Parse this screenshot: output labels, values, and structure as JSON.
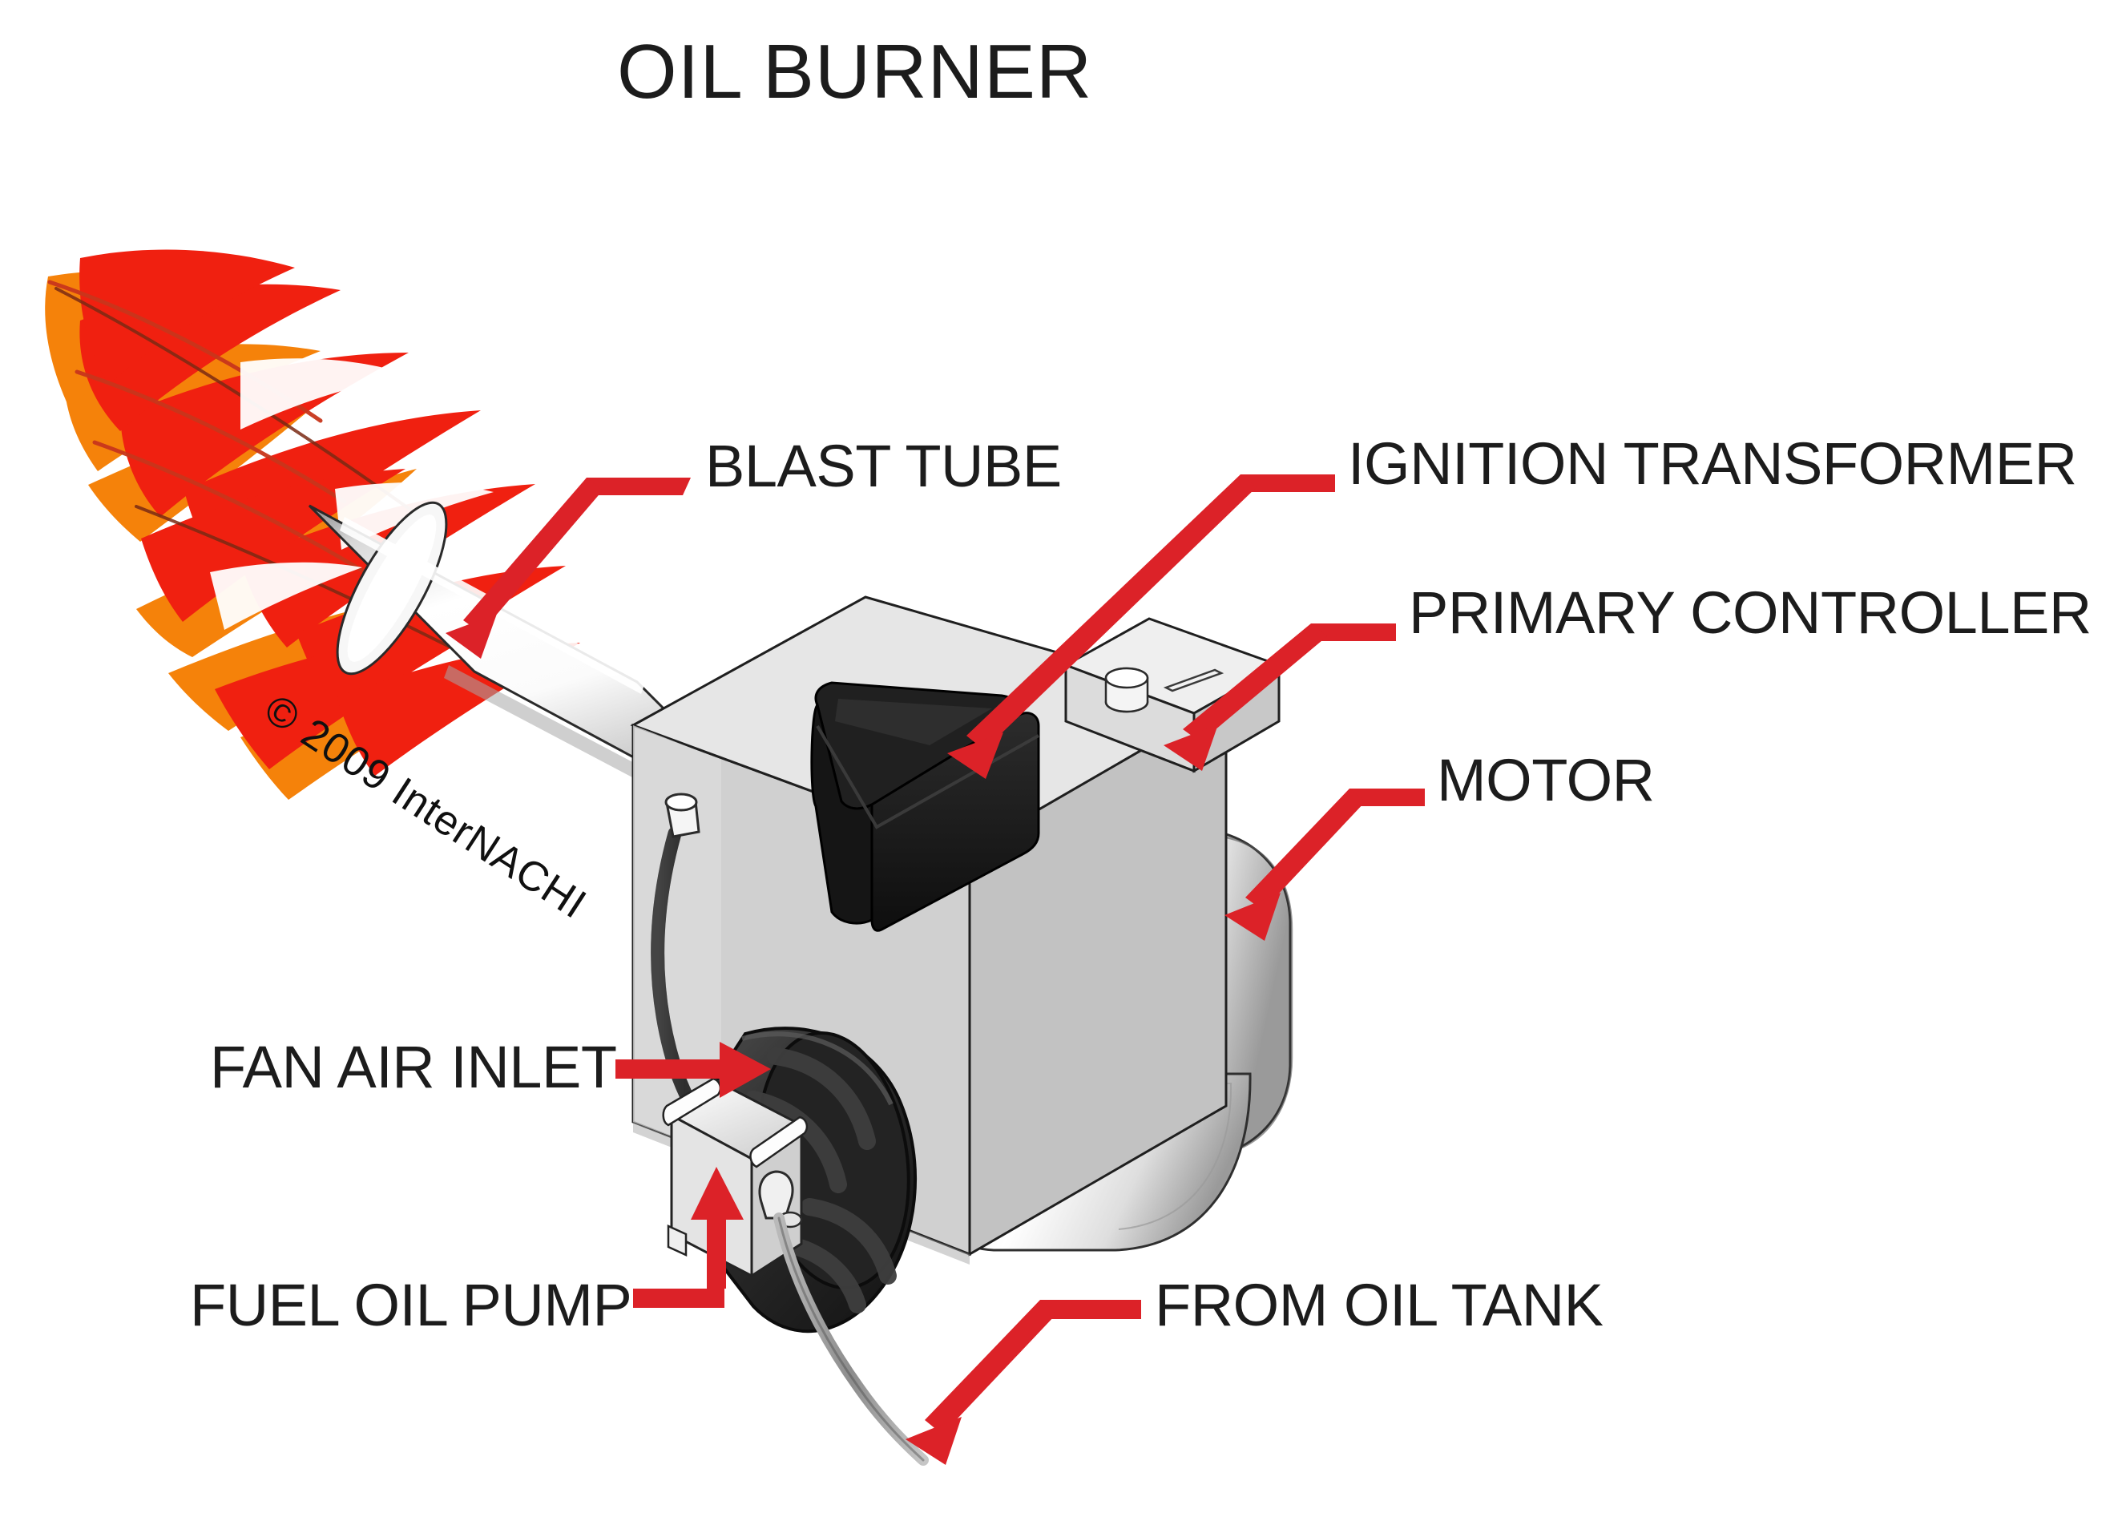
{
  "title": "OIL BURNER",
  "watermark": "© 2009 InterNACHI",
  "colors": {
    "arrow_red": "#DC2228",
    "flame_red": "#F02010",
    "flame_orange": "#F5820A",
    "body_gray": "#D6D6D6",
    "body_gray_light": "#EAEAEA",
    "dark_part": "#1A1A1A",
    "text": "#1C1C1C",
    "background": "#FFFFFF"
  },
  "labels": [
    {
      "id": "blast-tube",
      "text": "BLAST TUBE"
    },
    {
      "id": "ignition-transformer",
      "text": "IGNITION TRANSFORMER"
    },
    {
      "id": "primary-controller",
      "text": "PRIMARY CONTROLLER"
    },
    {
      "id": "motor",
      "text": "MOTOR"
    },
    {
      "id": "fan-air-inlet",
      "text": "FAN AIR INLET"
    },
    {
      "id": "fuel-oil-pump",
      "text": "FUEL OIL PUMP"
    },
    {
      "id": "from-oil-tank",
      "text": "FROM OIL TANK"
    }
  ],
  "diagram": {
    "type": "labeled-cutaway-illustration",
    "subject": "Residential oil burner assembly",
    "parts": [
      {
        "name": "flame",
        "description": "Red and orange flame tongues issuing from the muzzle of the blast tube, upper left"
      },
      {
        "name": "blast-tube",
        "description": "White cylindrical tube angled up-left from the burner housing"
      },
      {
        "name": "burner-housing",
        "description": "Light gray isometric box body"
      },
      {
        "name": "ignition-transformer",
        "description": "Black rounded box mounted on top of the housing"
      },
      {
        "name": "primary-controller",
        "description": "Light gray block at the top right with a small cylindrical reset button and slot"
      },
      {
        "name": "motor",
        "description": "Rounded light gray cylinder protruding from the right rear of the housing"
      },
      {
        "name": "fan-air-inlet",
        "description": "Dark ribbed circular hub on the lower left face of the housing"
      },
      {
        "name": "fuel-oil-pump",
        "description": "Small light gray box below and left of the fan inlet"
      },
      {
        "name": "oil-supply-line",
        "description": "Thin gray flexible line descending from the pump toward the oil tank"
      },
      {
        "name": "electrode-cable",
        "description": "Dark gray cable with a metal ferrule on the left face of the housing"
      }
    ],
    "leaders": [
      {
        "label": "blast-tube",
        "shape": "elbow",
        "direction": "down-left",
        "head": "arrow"
      },
      {
        "label": "ignition-transformer",
        "shape": "elbow",
        "direction": "down-left",
        "head": "arrow"
      },
      {
        "label": "primary-controller",
        "shape": "elbow",
        "direction": "down-left",
        "head": "arrow"
      },
      {
        "label": "motor",
        "shape": "elbow",
        "direction": "down-left",
        "head": "arrow"
      },
      {
        "label": "fan-air-inlet",
        "shape": "straight",
        "direction": "right",
        "head": "arrow"
      },
      {
        "label": "fuel-oil-pump",
        "shape": "elbow",
        "direction": "up",
        "head": "arrow"
      },
      {
        "label": "from-oil-tank",
        "shape": "elbow",
        "direction": "down-left",
        "head": "arrow"
      }
    ]
  }
}
